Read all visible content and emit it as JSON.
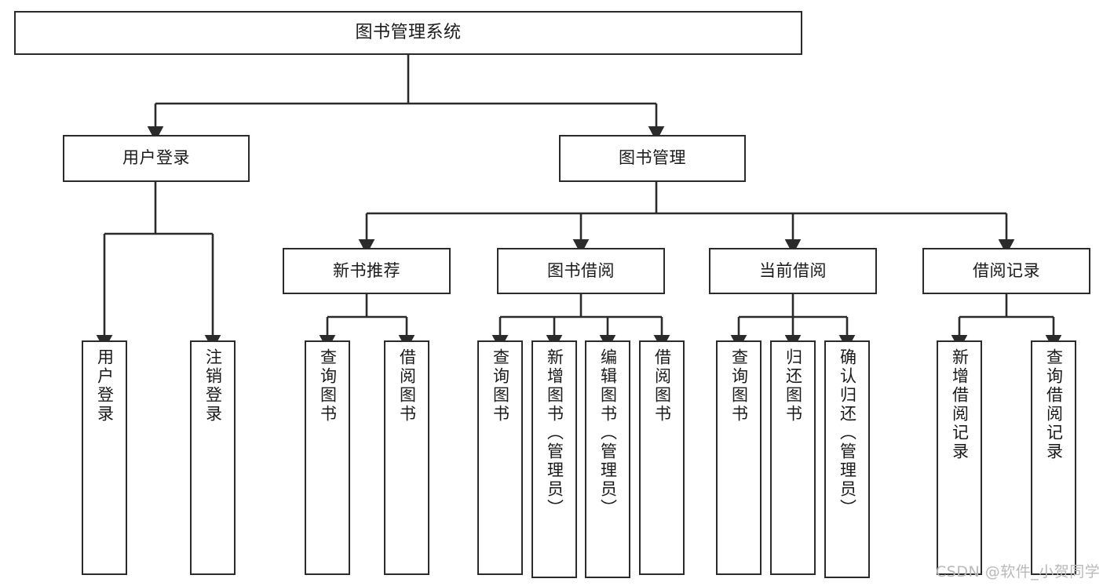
{
  "diagram": {
    "title": "图书管理系统",
    "type": "tree",
    "watermark": "CSDN @软件_小贺同学",
    "colors": {
      "stroke": "#2b2b2b",
      "fill": "#ffffff",
      "text": "#1a1a1a",
      "watermark": "#b9b9b9"
    },
    "levels": {
      "root": {
        "label": "图书管理系统"
      },
      "level2": [
        {
          "label": "用户登录"
        },
        {
          "label": "图书管理"
        }
      ],
      "level3": [
        {
          "label": "新书推荐"
        },
        {
          "label": "图书借阅"
        },
        {
          "label": "当前借阅"
        },
        {
          "label": "借阅记录"
        }
      ],
      "leaves": {
        "user_login": [
          {
            "label": "用户登录"
          },
          {
            "label": "注销登录"
          }
        ],
        "new_book_recommend": [
          {
            "label": "查询图书"
          },
          {
            "label": "借阅图书"
          }
        ],
        "book_borrow": [
          {
            "label": "查询图书"
          },
          {
            "label": "新增图书（管理员）"
          },
          {
            "label": "编辑图书（管理员）"
          },
          {
            "label": "借阅图书"
          }
        ],
        "current_borrow": [
          {
            "label": "查询图书"
          },
          {
            "label": "归还图书"
          },
          {
            "label": "确认归还（管理员）"
          }
        ],
        "borrow_record": [
          {
            "label": "新增借阅记录"
          },
          {
            "label": "查询借阅记录"
          }
        ]
      }
    }
  }
}
